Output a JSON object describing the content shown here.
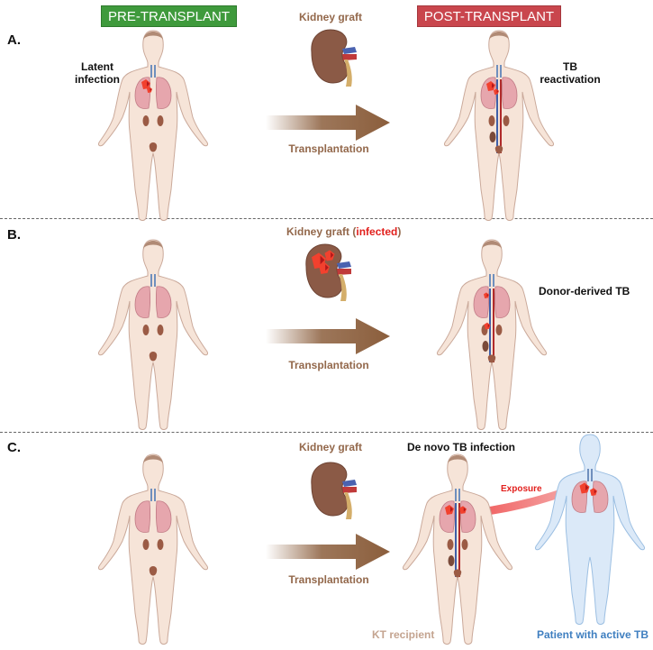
{
  "headers": {
    "pre": "PRE-TRANSPLANT",
    "post": "POST-TRANSPLANT"
  },
  "panels": [
    {
      "id": "A.",
      "graft_label": "Kidney graft",
      "arrow_label": "Transplantation",
      "left_note": "Latent\ninfection",
      "right_note": "TB\nreactivation"
    },
    {
      "id": "B.",
      "graft_label": "Kidney graft",
      "graft_label_suffix_open": "(",
      "graft_label_infected": "infected",
      "graft_label_suffix_close": ")",
      "arrow_label": "Transplantation",
      "right_note": "Donor-derived TB"
    },
    {
      "id": "C.",
      "graft_label": "Kidney graft",
      "arrow_label": "Transplantation",
      "top_note": "De novo TB infection",
      "exposure_label": "Exposure",
      "recipient_label": "KT recipient",
      "patient_label": "Patient with active TB"
    }
  ],
  "colors": {
    "pre": "#3f9a3c",
    "post": "#c9464d",
    "arrow": "#8b5e3c",
    "exposure": "#e2201d",
    "patient": "#3f7fc0",
    "body": "#f6e4d8"
  }
}
